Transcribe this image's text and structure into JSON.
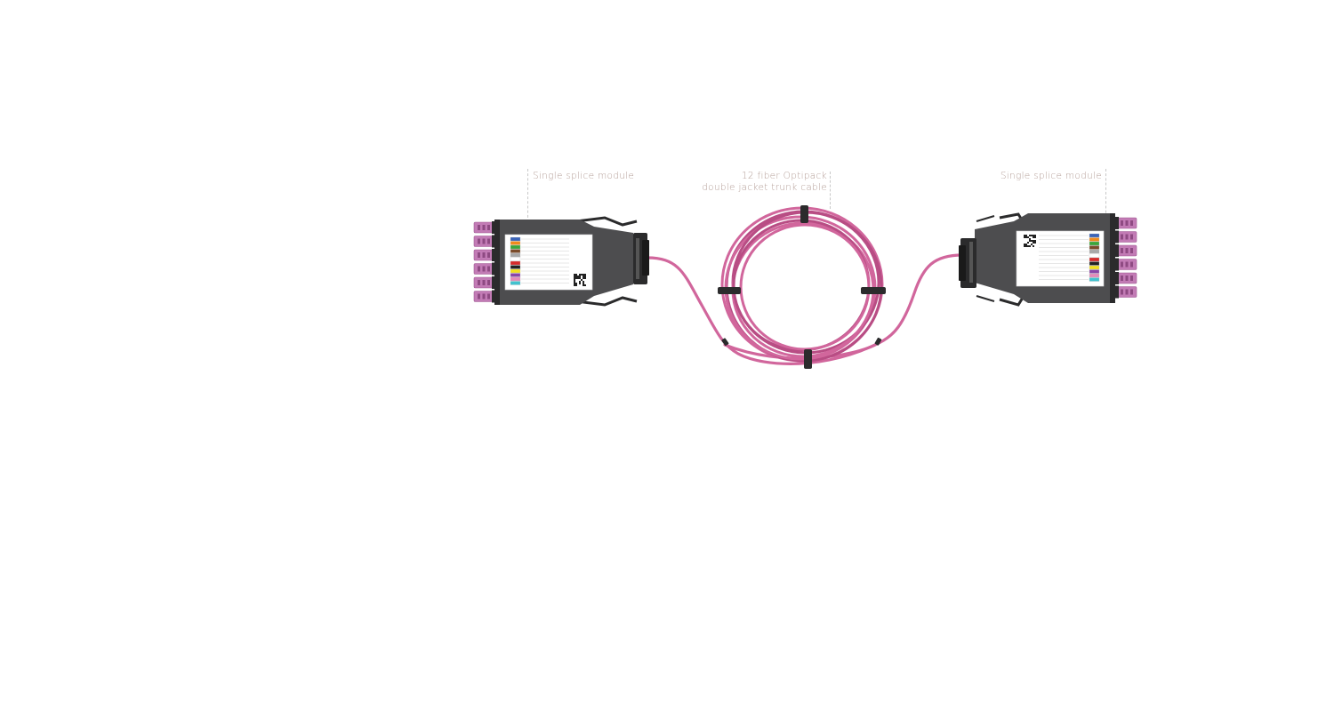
{
  "labels": {
    "left_module": "Single splice module",
    "cable_line1": "12 fiber Optipack",
    "cable_line2": "double jacket trunk cable",
    "right_module": "Single splice module"
  },
  "colors": {
    "cable": "#d1669c",
    "cable_dark": "#b84d84",
    "module_body": "#4d4d4f",
    "module_dark": "#2b2b2c",
    "adapter": "#c27bb5",
    "label_text": "#b59f98"
  },
  "fiber_colors": [
    "#3a63b8",
    "#f08a1c",
    "#3aa63a",
    "#7a4b2a",
    "#a8a8a8",
    "#ffffff",
    "#d62b2b",
    "#222222",
    "#f2e020",
    "#8a46a8",
    "#e58bb9",
    "#42c2cf"
  ],
  "icons": [
    "qr-code-icon",
    "cable-tie-icon"
  ]
}
